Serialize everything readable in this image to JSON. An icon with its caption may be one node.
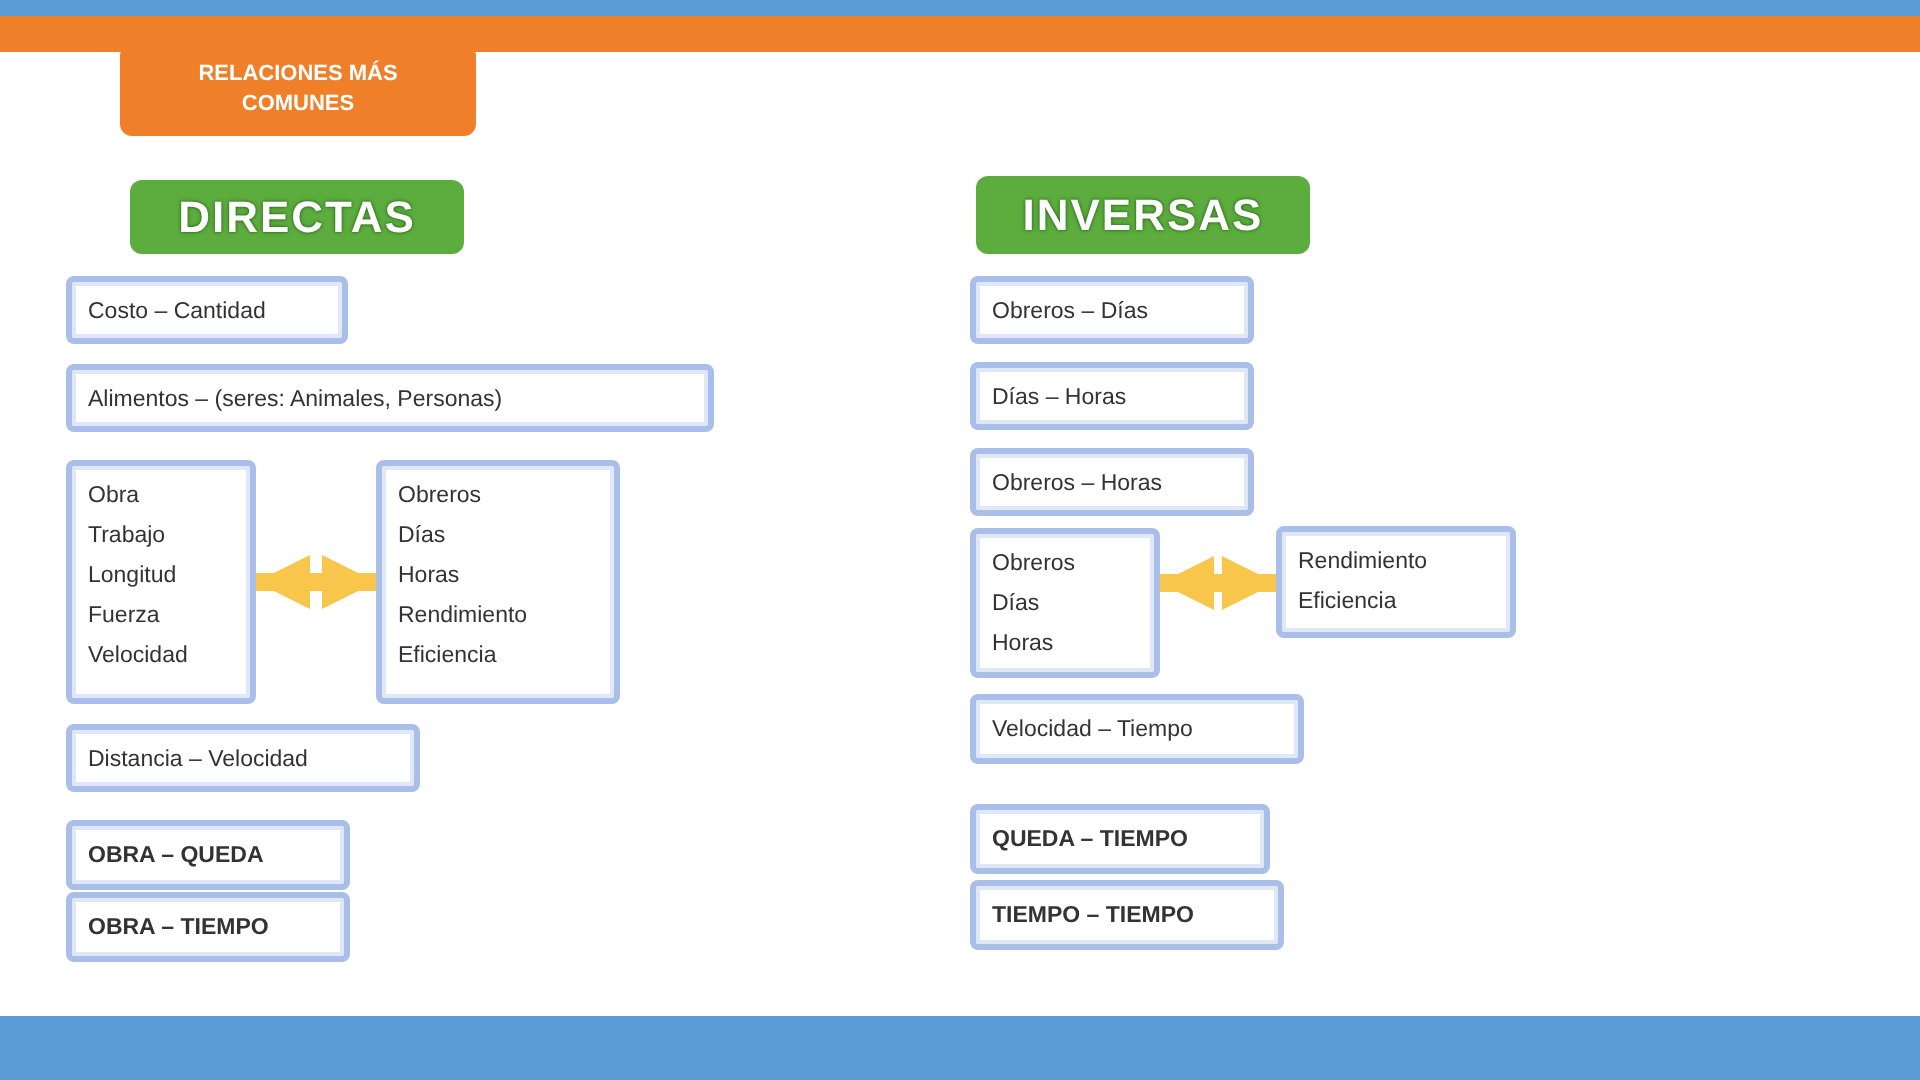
{
  "diagram": {
    "title": "RELACIONES MÁS COMUNES",
    "nodes": [
      {
        "text": [
          "DIRECTAS"
        ]
      },
      {
        "text": [
          "Costo – Cantidad"
        ]
      },
      {
        "text": [
          "Alimentos – (seres: Animales, Personas)"
        ]
      },
      {
        "text": [
          "Obra",
          "Trabajo",
          "Longitud",
          "Fuerza",
          "Velocidad"
        ]
      },
      {
        "text": [
          "Obreros",
          "Días",
          "Horas",
          "Rendimiento",
          "Eficiencia"
        ]
      },
      {
        "text": [
          "Distancia – Velocidad"
        ]
      },
      {
        "text": [
          "OBRA – QUEDA"
        ]
      },
      {
        "text": [
          "OBRA – TIEMPO"
        ]
      },
      {
        "text": [
          "INVERSAS"
        ]
      },
      {
        "text": [
          "Obreros – Días"
        ]
      },
      {
        "text": [
          "Días – Horas"
        ]
      },
      {
        "text": [
          "Obreros – Horas"
        ]
      },
      {
        "text": [
          "Obreros",
          "Días",
          "Horas"
        ]
      },
      {
        "text": [
          "Rendimiento",
          "Eficiencia"
        ]
      },
      {
        "text": [
          "Velocidad – Tiempo"
        ]
      },
      {
        "text": [
          "QUEDA – TIEMPO"
        ]
      },
      {
        "text": [
          "TIEMPO – TIEMPO"
        ]
      }
    ],
    "edges": [
      {
        "from": 3,
        "to": 4,
        "arrow": "both"
      },
      {
        "from": 12,
        "to": 13,
        "arrow": "both"
      }
    ]
  }
}
